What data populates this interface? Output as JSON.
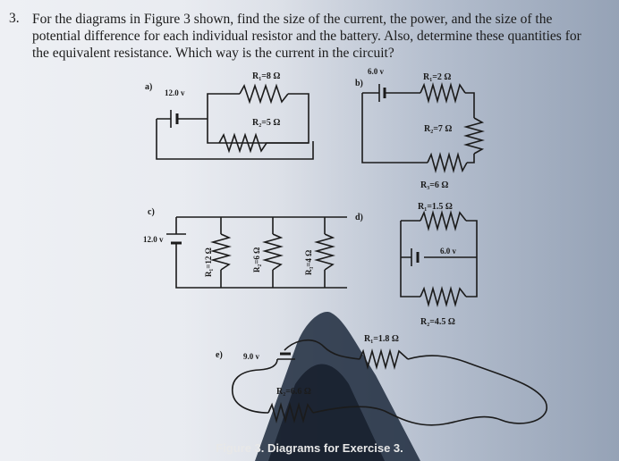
{
  "question": {
    "number": "3.",
    "lines": [
      "For the diagrams in Figure 3 shown, find the size of the current, the power, and the size of the",
      "potential difference for each individual resistor and the battery.  Also, determine these quantities for",
      "the equivalent resistance.  Which way is the current in the circuit?"
    ]
  },
  "diagram_a": {
    "label": "a)",
    "battery": "12.0 v",
    "r1": "R₁=8 Ω",
    "r2": "R₂=5 Ω"
  },
  "diagram_b": {
    "label": "b)",
    "battery": "6.0 v",
    "r1": "R₁=2 Ω",
    "r2": "R₂=7 Ω",
    "r3": "R₃=6 Ω"
  },
  "diagram_c": {
    "label": "c)",
    "battery": "12.0 v",
    "r1": "R₁=12 Ω",
    "r2": "R₂=6 Ω",
    "r3": "R₃=4 Ω"
  },
  "diagram_d": {
    "label": "d)",
    "battery": "6.0 v",
    "r1": "R₁=1.5 Ω",
    "r2": "R₂=4.5 Ω"
  },
  "diagram_e": {
    "label": "e)",
    "battery": "9.0 v",
    "r1": "R₁=1.8 Ω",
    "r2": "R₂=6.6 Ω"
  },
  "caption": "Figure 3.  Diagrams for Exercise 3.",
  "colors": {
    "ink": "#1b1b1b",
    "paper": "#eef0f4",
    "shadow": "#1d2a3d"
  }
}
